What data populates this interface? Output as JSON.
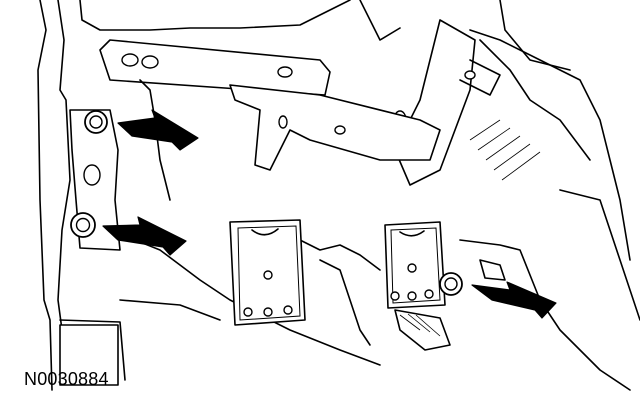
{
  "figure": {
    "reference_code": "N0030884",
    "callouts": [
      {
        "name": "upper-left-bolt",
        "target": "bolt"
      },
      {
        "name": "lower-left-bolt",
        "target": "bolt"
      },
      {
        "name": "right-bolt",
        "target": "bolt"
      }
    ],
    "colors": {
      "line": "#000000",
      "background": "#ffffff"
    }
  }
}
